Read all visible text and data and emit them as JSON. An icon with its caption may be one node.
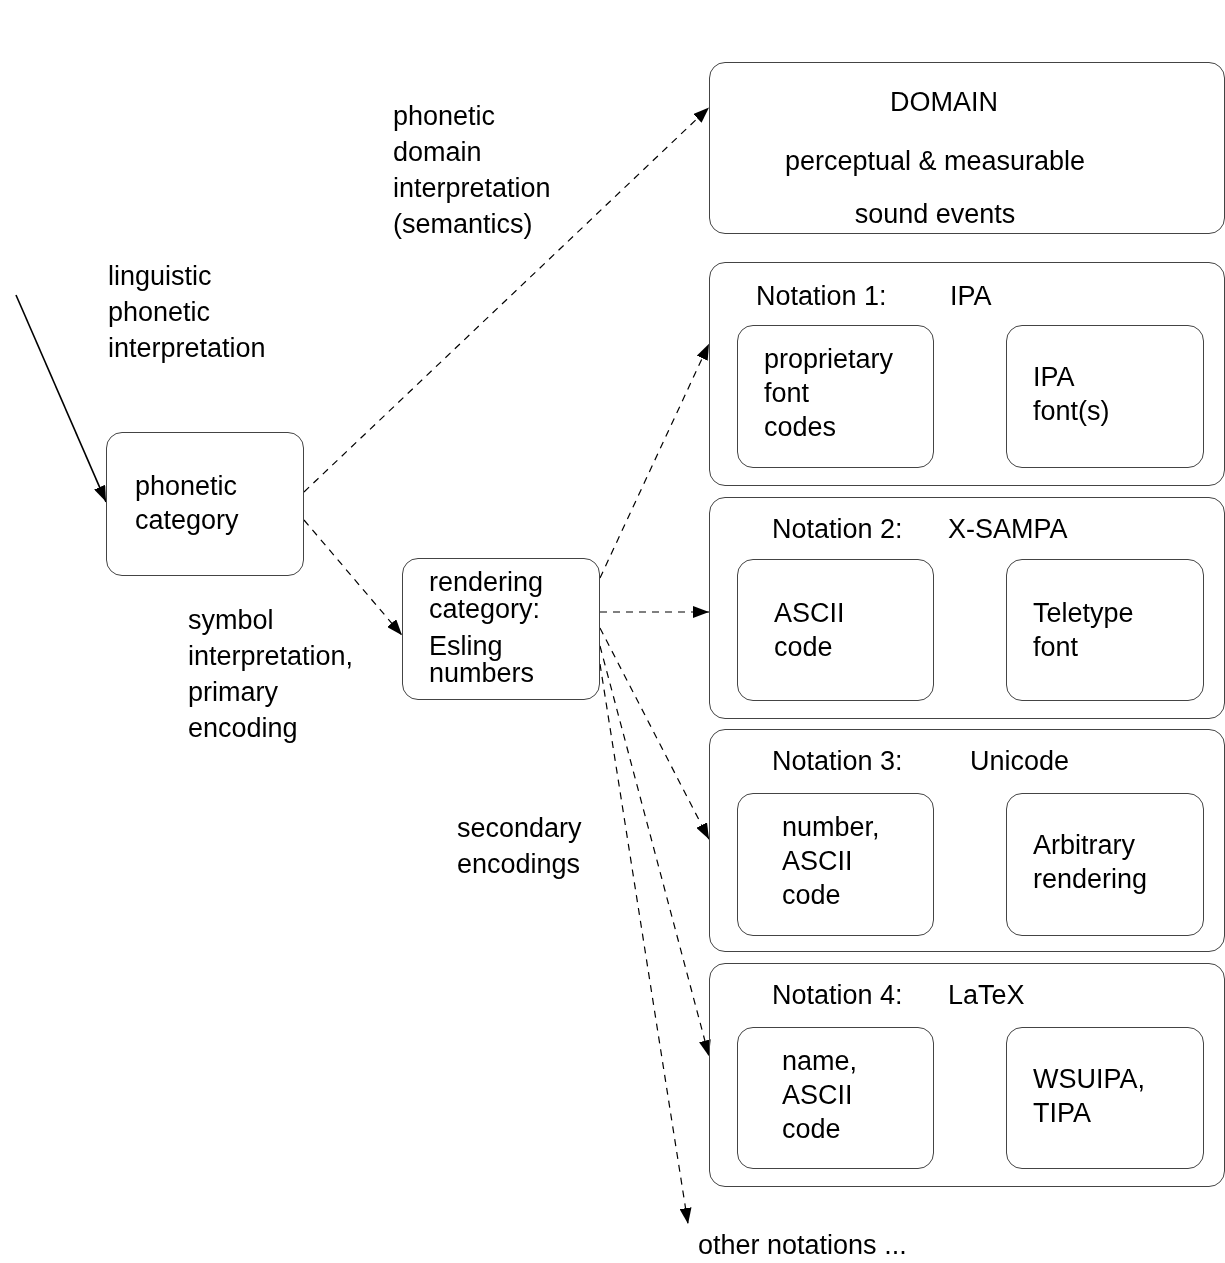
{
  "diagram": {
    "nodes": [
      {
        "text": [
          "DOMAIN",
          "perceptual & measurable sound events"
        ]
      },
      {
        "text": [
          "phonetic category"
        ]
      },
      {
        "text": [
          "rendering category:",
          "Esling numbers"
        ]
      },
      {
        "text": [
          "Notation 1:",
          "IPA"
        ]
      },
      {
        "text": [
          "proprietary font codes"
        ],
        "in": 3
      },
      {
        "text": [
          "IPA font(s)"
        ],
        "in": 3
      },
      {
        "text": [
          "Notation 2:",
          "X-SAMPA"
        ]
      },
      {
        "text": [
          "ASCII code"
        ],
        "in": 6
      },
      {
        "text": [
          "Teletype font"
        ],
        "in": 6
      },
      {
        "text": [
          "Notation 3:",
          "Unicode"
        ]
      },
      {
        "text": [
          "number, ASCII code"
        ],
        "in": 9
      },
      {
        "text": [
          "Arbitrary rendering"
        ],
        "in": 9
      },
      {
        "text": [
          "Notation 4:",
          "LaTeX"
        ]
      },
      {
        "text": [
          "name, ASCII code"
        ],
        "in": 12
      },
      {
        "text": [
          "WSUIPA, TIPA"
        ],
        "in": 12
      },
      {
        "text": [
          "other notations ..."
        ]
      }
    ],
    "edges": [
      {
        "from": null,
        "to": 1,
        "arrow": "to",
        "label": "linguistic phonetic interpretation"
      },
      {
        "from": 1,
        "to": 0,
        "arrow": "to",
        "style": "dashed",
        "label": "phonetic domain interpretation (semantics)"
      },
      {
        "from": 1,
        "to": 2,
        "arrow": "to",
        "style": "dashed",
        "label": "symbol interpretation, primary encoding"
      },
      {
        "from": 2,
        "to": 3,
        "arrow": "to",
        "style": "dashed"
      },
      {
        "from": 2,
        "to": 6,
        "arrow": "to",
        "style": "dashed"
      },
      {
        "from": 2,
        "to": 9,
        "arrow": "to",
        "style": "dashed"
      },
      {
        "from": 2,
        "to": 12,
        "arrow": "to",
        "style": "dashed"
      },
      {
        "from": 2,
        "to": 15,
        "arrow": "to",
        "style": "dashed"
      }
    ],
    "labels": [
      "secondary encodings"
    ]
  }
}
